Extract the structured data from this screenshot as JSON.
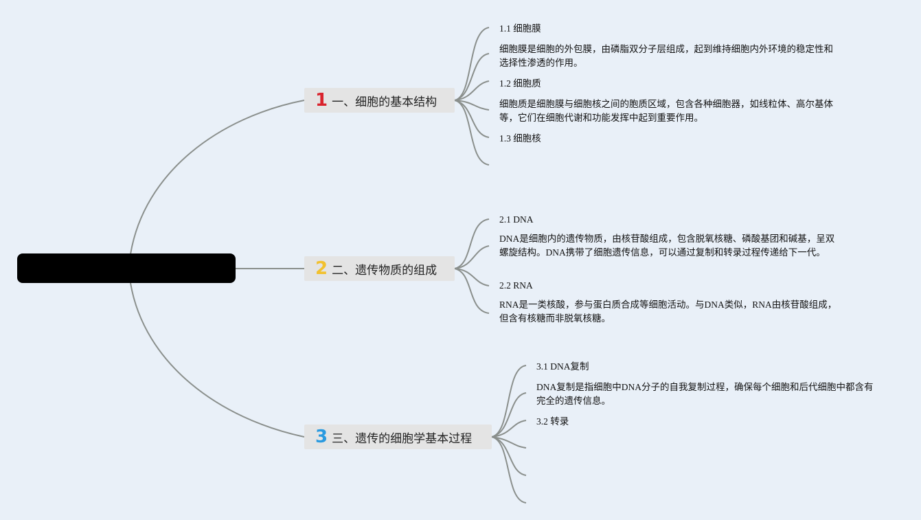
{
  "root": {
    "label": ""
  },
  "branches": [
    {
      "number": "1",
      "number_color": "#d9232d",
      "label": "一、细胞的基本结构",
      "children": [
        {
          "title": "1.1 细胞膜",
          "description": "细胞膜是细胞的外包膜，由磷脂双分子层组成，起到维持细胞内外环境的稳定性和选择性渗透的作用。"
        },
        {
          "title": "1.2 细胞质",
          "description": "细胞质是细胞膜与细胞核之间的胞质区域，包含各种细胞器，如线粒体、高尔基体等，它们在细胞代谢和功能发挥中起到重要作用。"
        },
        {
          "title": "1.3 细胞核",
          "description": ""
        }
      ]
    },
    {
      "number": "2",
      "number_color": "#f2c12e",
      "label": "二、遗传物质的组成",
      "children": [
        {
          "title": "2.1 DNA",
          "description": "DNA是细胞内的遗传物质，由核苷酸组成，包含脱氧核糖、磷酸基团和碱基，呈双螺旋结构。DNA携带了细胞遗传信息，可以通过复制和转录过程传递给下一代。"
        },
        {
          "title": "2.2 RNA",
          "description": "RNA是一类核酸，参与蛋白质合成等细胞活动。与DNA类似，RNA由核苷酸组成，但含有核糖而非脱氧核糖。"
        }
      ]
    },
    {
      "number": "3",
      "number_color": "#2a9ae0",
      "label": "三、遗传的细胞学基本过程",
      "children": [
        {
          "title": "3.1 DNA复制",
          "description": "DNA复制是指细胞中DNA分子的自我复制过程，确保每个细胞和后代细胞中都含有完全的遗传信息。"
        },
        {
          "title": "3.2 转录",
          "description": ""
        }
      ]
    }
  ],
  "colors": {
    "background": "#e9f0f8",
    "connector": "#8a8f8c",
    "root_fill": "#000000",
    "branch_fill": "#e4e4e4"
  }
}
